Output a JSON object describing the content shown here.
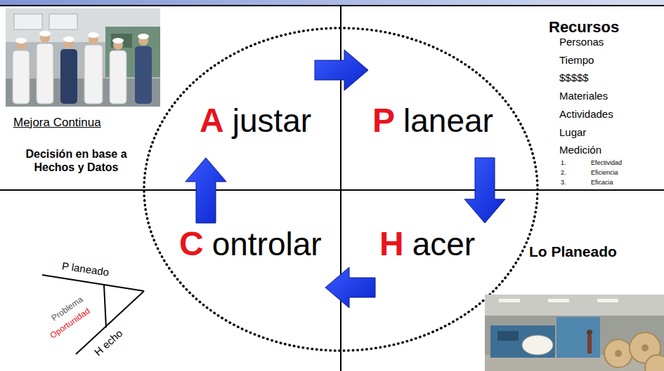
{
  "diagram": {
    "nodes": [
      {
        "text": [
          "A",
          "justar"
        ]
      },
      {
        "text": [
          "P",
          "lanear"
        ]
      },
      {
        "text": [
          "C",
          "ontrolar"
        ]
      },
      {
        "text": [
          "H",
          "acer"
        ]
      }
    ],
    "edges": [
      {
        "from": 0,
        "to": 1,
        "arrow": "to"
      },
      {
        "from": 1,
        "to": 3,
        "arrow": "to"
      },
      {
        "from": 3,
        "to": 2,
        "arrow": "to"
      },
      {
        "from": 2,
        "to": 0,
        "arrow": "to"
      }
    ],
    "labels": [
      "Recursos",
      "Personas",
      "Tiempo",
      "$$$$$",
      "Materiales",
      "Actividades",
      "Lugar",
      "Medición",
      "1.",
      "Efectividad",
      "2.",
      "Eficiencia",
      "3.",
      "Eficacia",
      "Mejora Continua",
      "Decisión en base a Hechos y Datos",
      "Lo Planeado",
      "P laneado",
      "Problema",
      "Oportunidad",
      "H echo"
    ]
  }
}
